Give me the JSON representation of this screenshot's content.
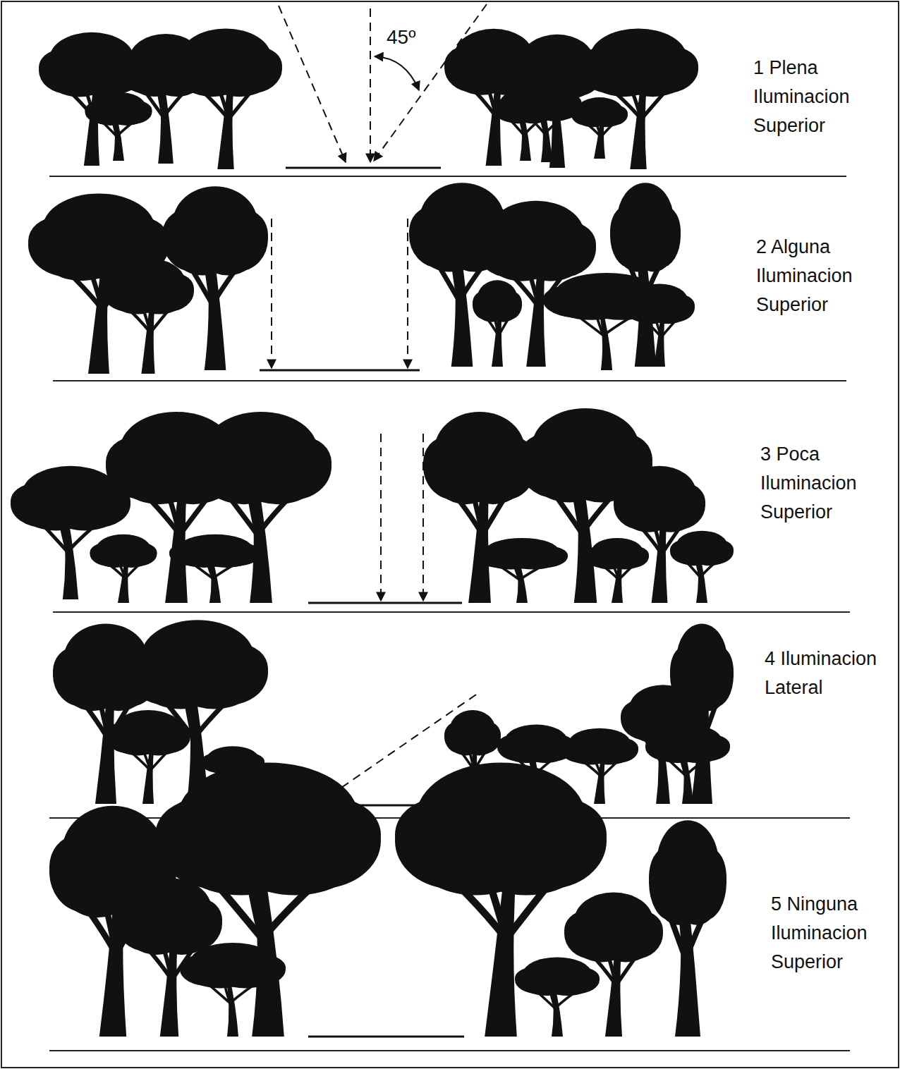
{
  "diagram": {
    "labels": [
      "45º",
      "1 Plena Iluminacion Superior",
      "2 Alguna Iluminacion Superior",
      "3 Poca Iluminacion Superior",
      "4 Iluminacion Lateral",
      "5 Ninguna Iluminacion Superior"
    ]
  }
}
